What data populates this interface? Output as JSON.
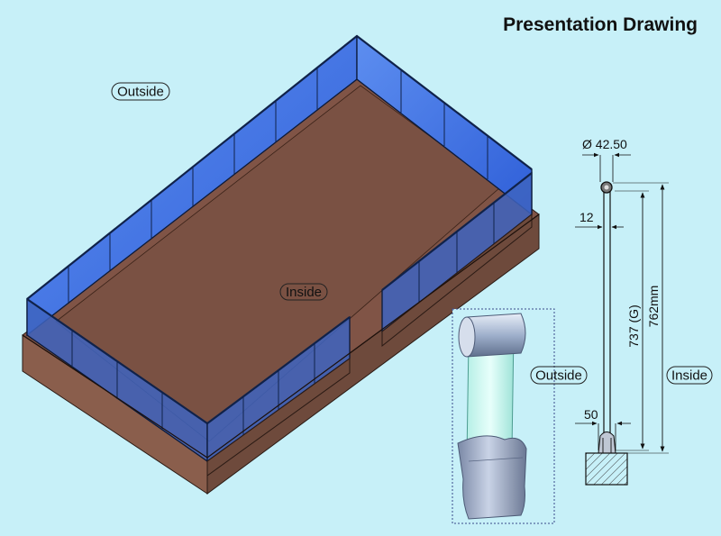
{
  "title": "Presentation Drawing",
  "labels": {
    "outside_top": "Outside",
    "inside_center": "Inside",
    "outside_right": "Outside",
    "inside_right": "Inside"
  },
  "dimensions": {
    "diameter": "Ø 42.50",
    "glass_thickness": "12",
    "base_width": "50",
    "glass_height": "737 (G)",
    "total_height": "762mm"
  }
}
